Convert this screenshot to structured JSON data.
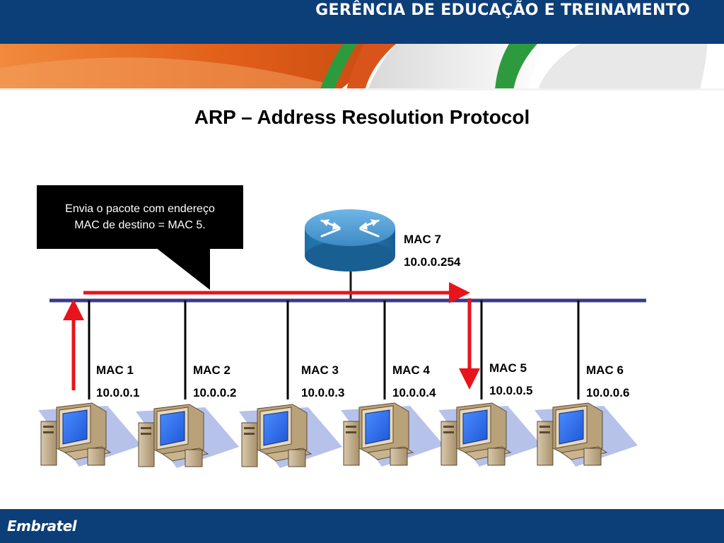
{
  "header": {
    "title": "GERÊNCIA DE EDUCAÇÃO E TREINAMENTO"
  },
  "slide": {
    "title": "ARP – Address Resolution Protocol"
  },
  "callout": {
    "line1": "Envia o pacote com endereço",
    "line2": "MAC de destino = MAC 5."
  },
  "router": {
    "mac": "MAC 7",
    "ip": "10.0.0.254",
    "icon": "router-icon"
  },
  "hosts": [
    {
      "mac": "MAC 1",
      "ip": "10.0.0.1",
      "icon": "computer-icon"
    },
    {
      "mac": "MAC 2",
      "ip": "10.0.0.2",
      "icon": "computer-icon"
    },
    {
      "mac": "MAC 3",
      "ip": "10.0.0.3",
      "icon": "computer-icon"
    },
    {
      "mac": "MAC 4",
      "ip": "10.0.0.4",
      "icon": "computer-icon"
    },
    {
      "mac": "MAC 5",
      "ip": "10.0.0.5",
      "icon": "computer-icon"
    },
    {
      "mac": "MAC 6",
      "ip": "10.0.0.6",
      "icon": "computer-icon"
    }
  ],
  "colors": {
    "brand_blue": "#0c3e78",
    "arrow_red": "#e8141c",
    "bus_blue": "#3a3a8c",
    "callout_bg": "#000000"
  },
  "footer": {
    "logo": "Embratel"
  }
}
